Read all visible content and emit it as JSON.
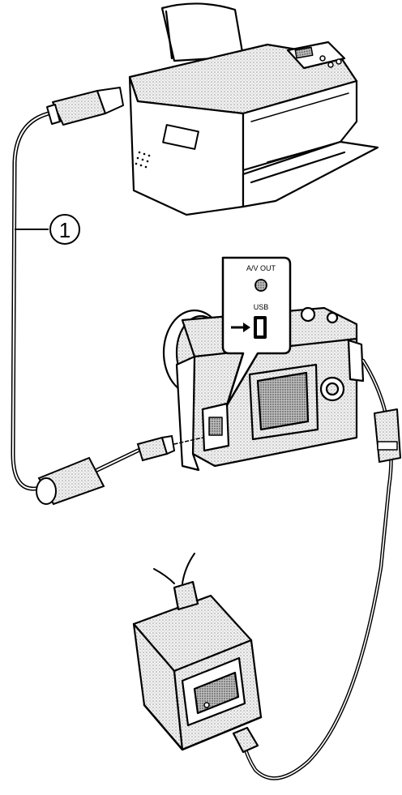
{
  "diagram": {
    "callout_number": "1",
    "port_labels": {
      "av_out": "A/V OUT",
      "usb": "USB"
    },
    "colors": {
      "line": "#000000",
      "fill_light": "#ffffff",
      "fill_shade": "#cfcfcf",
      "fill_dark": "#8a8a8a"
    },
    "parts": [
      "printer-icon",
      "usb-cable-icon",
      "camera-icon",
      "ac-adapter-icon",
      "ferrite-core-icon",
      "usb-port-icon"
    ]
  }
}
